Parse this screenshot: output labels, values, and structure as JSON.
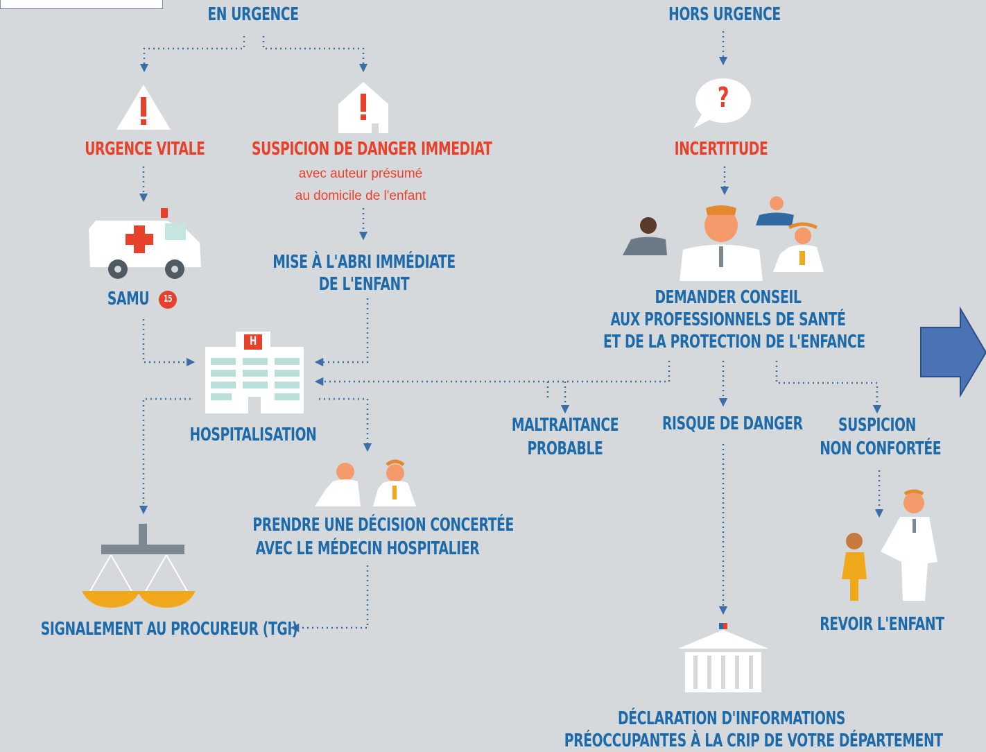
{
  "branches": {
    "en_urgence": "EN URGENCE",
    "hors_urgence": "HORS URGENCE"
  },
  "nodes": {
    "urgence_vitale": "URGENCE VITALE",
    "suspicion_danger": "SUSPICION DE DANGER IMMEDIAT",
    "suspicion_detail_1": "avec auteur présumé",
    "suspicion_detail_2": "au domicile de l'enfant",
    "samu": "SAMU",
    "samu_number": "15",
    "mise_abri_1": "MISE À L'ABRI IMMÉDIATE",
    "mise_abri_2": "DE L'ENFANT",
    "hospitalisation": "HOSPITALISATION",
    "hospital_sign": "H",
    "prendre_decision_1": "PRENDRE UNE DÉCISION CONCERTÉE",
    "prendre_decision_2": "AVEC LE MÉDECIN HOSPITALIER",
    "signalement": "SIGNALEMENT AU PROCUREUR (TGI)",
    "incertitude": "INCERTITUDE",
    "demander_conseil_1": "DEMANDER CONSEIL",
    "demander_conseil_2": "AUX PROFESSIONNELS DE SANTÉ",
    "demander_conseil_3": "ET DE LA PROTECTION DE L'ENFANCE",
    "maltraitance_1": "MALTRAITANCE",
    "maltraitance_2": "PROBABLE",
    "risque_danger": "RISQUE DE DANGER",
    "suspicion_non_1": "SUSPICION",
    "suspicion_non_2": "NON CONFORTÉE",
    "revoir_enfant": "REVOIR L'ENFANT",
    "declaration_1": "DÉCLARATION D'INFORMATIONS",
    "declaration_2": "PRÉOCCUPANTES À LA CRIP DE VOTRE DÉPARTEMENT"
  },
  "icons": {
    "exclamation": "!",
    "question": "?"
  },
  "colors": {
    "background": "#d6d9dc",
    "blue_text": "#1c6aa9",
    "red_text": "#e8412b",
    "connector": "#3a6ea5",
    "arrow_fill": "#4a72b5",
    "scale_pans": "#f0a81c"
  }
}
